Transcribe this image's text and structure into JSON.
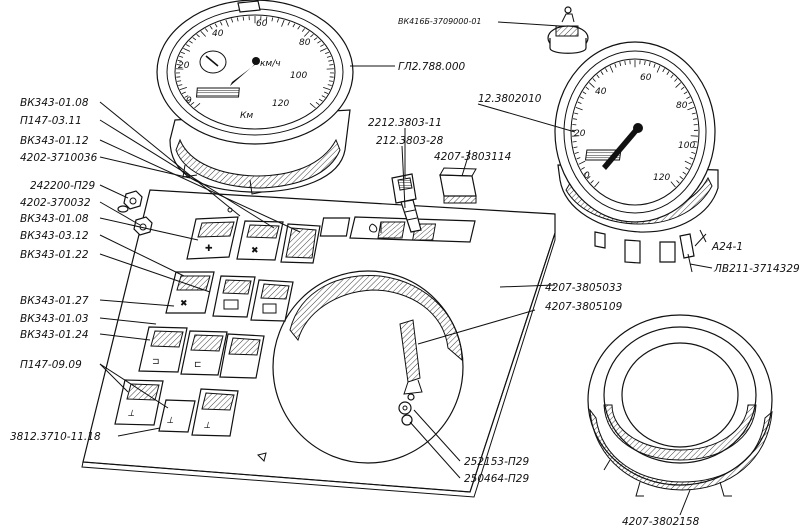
{
  "labels": {
    "switch_top": "ВК416Б-3709000-01",
    "speedo_code": "ГЛ2.788.000",
    "vk343_0108_a": "ВК343-01.08",
    "p147_0311": "П147-03.11",
    "vk343_0112": "ВК343-01.12",
    "c4202_3710036": "4202-3710036",
    "c242200": "242200-П29",
    "c4202_370032": "4202-370032",
    "vk343_0108_b": "ВК343-01.08",
    "vk343_0312": "ВК343-03.12",
    "vk343_0122": "ВК343-01.22",
    "vk343_0127": "ВК343-01.27",
    "vk343_0103": "ВК343-01.03",
    "vk343_0124": "ВК343-01.24",
    "p147_0909": "П147-09.09",
    "c3812": "3812.3710-11.18",
    "c2212": "2212.3803-11",
    "c212": "212.3803-28",
    "c4207_3803114": "4207-3803114",
    "tacho_code": "12.3802010",
    "a24": "А24-1",
    "lv211": "ЛВ211-3714329",
    "c4207_3805033": "4207-3805033",
    "c4207_3805109": "4207-3805109",
    "c252153": "252153-П29",
    "c250464": "250464-П29",
    "c4207_3802158": "4207-3802158"
  },
  "speedometer": {
    "ticks": [
      "0",
      "20",
      "40",
      "60",
      "80",
      "100",
      "120"
    ],
    "unit": "км/ч",
    "odometer": "",
    "sub_unit": "Км"
  },
  "tachometer": {
    "ticks": [
      "0",
      "20",
      "40",
      "60",
      "80",
      "100",
      "120"
    ]
  }
}
